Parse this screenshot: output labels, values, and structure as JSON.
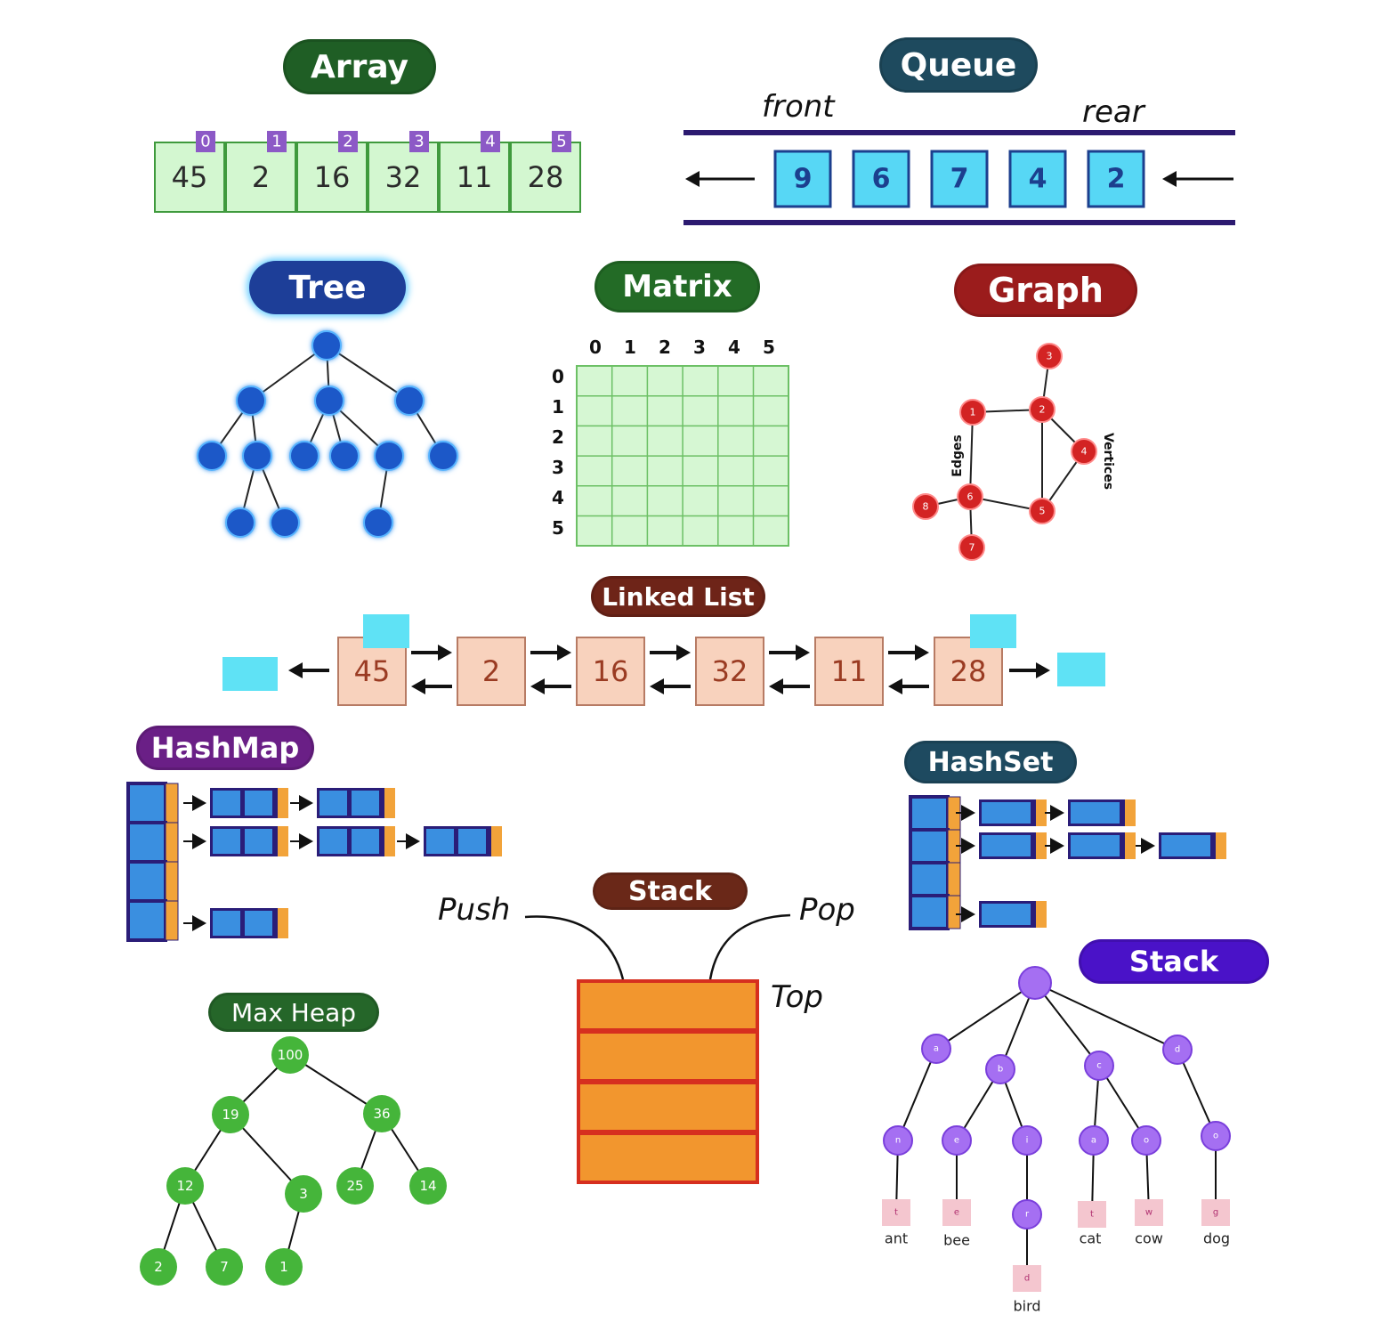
{
  "titles": {
    "array": "Array",
    "queue": "Queue",
    "tree": "Tree",
    "matrix": "Matrix",
    "graph": "Graph",
    "linked_list": "Linked List",
    "hashmap": "HashMap",
    "hashset": "HashSet",
    "stack": "Stack",
    "max_heap": "Max Heap",
    "trie": "Stack"
  },
  "colors": {
    "array": "#1f5e25",
    "queue": "#1e4a5e",
    "tree": "#1d3e98",
    "matrix": "#236b26",
    "graph": "#9b1c1c",
    "linked_list": "#6e2418",
    "hashmap": "#6a1f86",
    "hashset": "#1e4a60",
    "stack": "#6a2818",
    "max_heap": "#256629",
    "trie": "#4a12c8"
  },
  "array": {
    "indices": [
      "0",
      "1",
      "2",
      "3",
      "4",
      "5"
    ],
    "values": [
      "45",
      "2",
      "16",
      "32",
      "11",
      "28"
    ]
  },
  "queue": {
    "front_label": "front",
    "rear_label": "rear",
    "values": [
      "9",
      "6",
      "7",
      "4",
      "2"
    ]
  },
  "matrix": {
    "col_labels": [
      "0",
      "1",
      "2",
      "3",
      "4",
      "5"
    ],
    "row_labels": [
      "0",
      "1",
      "2",
      "3",
      "4",
      "5"
    ]
  },
  "graph": {
    "nodes": [
      "1",
      "2",
      "3",
      "4",
      "5",
      "6",
      "7",
      "8"
    ],
    "edges_label": "Edges",
    "vertices_label": "Vertices"
  },
  "linked_list": {
    "values": [
      "45",
      "2",
      "16",
      "32",
      "11",
      "28"
    ]
  },
  "stack": {
    "push_label": "Push",
    "pop_label": "Pop",
    "top_label": "Top"
  },
  "max_heap": {
    "nodes": [
      "100",
      "19",
      "36",
      "12",
      "3",
      "25",
      "14",
      "2",
      "7",
      "1"
    ]
  },
  "trie": {
    "level1": [
      "a",
      "b",
      "c",
      "d"
    ],
    "level2": [
      "n",
      "e",
      "i",
      "a",
      "o",
      "o"
    ],
    "leaf_letters": [
      "t",
      "e",
      "r",
      "t",
      "w",
      "g",
      "d"
    ],
    "words": [
      "ant",
      "bee",
      "cat",
      "cow",
      "dog",
      "bird"
    ]
  }
}
